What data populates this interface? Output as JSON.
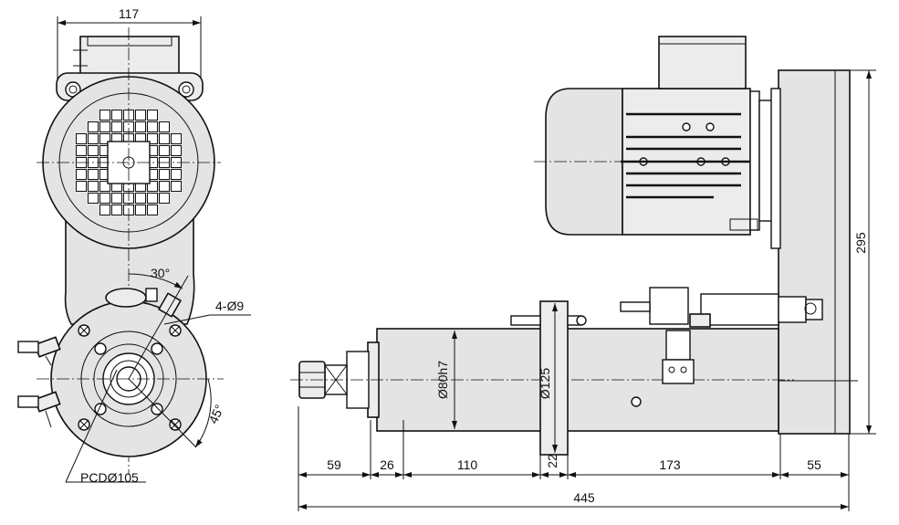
{
  "front_view": {
    "width_dim": "117",
    "angle_top": "30°",
    "holes_label": "4-Ø9",
    "angle_side": "45°",
    "pcd_label": "PCDØ105"
  },
  "side_view": {
    "dia_spindle": "Ø80h7",
    "dia_flange": "Ø125",
    "height_dim": "295",
    "segments": [
      "59",
      "26",
      "110",
      "22",
      "173",
      "55"
    ],
    "total_length": "445"
  }
}
